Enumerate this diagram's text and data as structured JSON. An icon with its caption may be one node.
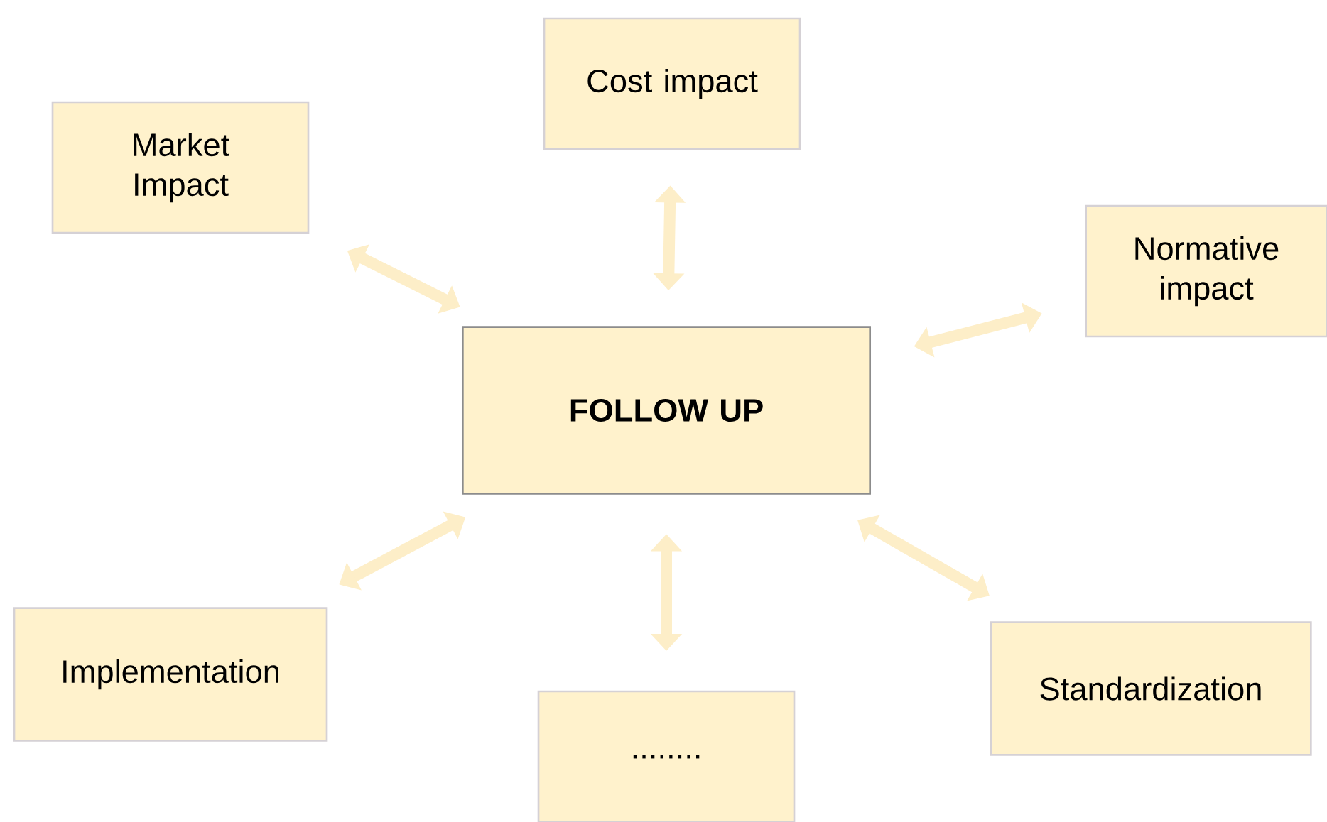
{
  "diagram": {
    "nodes": [
      {
        "text": [
          "Market Impact"
        ]
      },
      {
        "text": [
          "Cost impact"
        ]
      },
      {
        "text": [
          "Normative impact"
        ]
      },
      {
        "text": [
          "FOLLOW UP"
        ]
      },
      {
        "text": [
          "Implementation"
        ]
      },
      {
        "text": [
          "........"
        ]
      },
      {
        "text": [
          "Standardization"
        ]
      }
    ],
    "edges": [
      {
        "from": 3,
        "to": 0,
        "arrow": "both"
      },
      {
        "from": 3,
        "to": 1,
        "arrow": "both"
      },
      {
        "from": 3,
        "to": 2,
        "arrow": "both"
      },
      {
        "from": 3,
        "to": 4,
        "arrow": "both"
      },
      {
        "from": 3,
        "to": 5,
        "arrow": "both"
      },
      {
        "from": 3,
        "to": 6,
        "arrow": "both"
      }
    ]
  }
}
